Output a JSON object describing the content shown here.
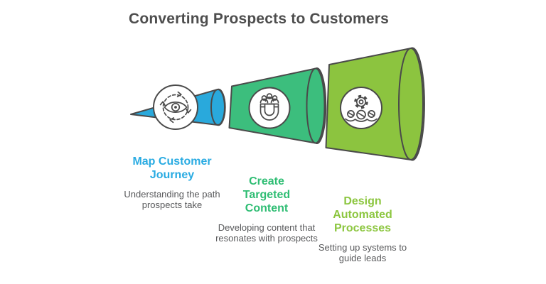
{
  "header": {
    "title": "Converting Prospects to Customers",
    "title_color": "#4D4D4D"
  },
  "funnel": {
    "outline_color": "#4A4A4A",
    "icon_bg_color": "#FFFFFF",
    "description_color": "#58595B",
    "stages": [
      {
        "heading": "Map Customer Journey",
        "description": "Understanding the path prospects take",
        "icon": "eye-cycle-icon",
        "fill_color": "#29A9DC",
        "heading_color": "#29ABE2"
      },
      {
        "heading": "Create Targeted Content",
        "description": "Developing content that resonates with prospects",
        "icon": "lead-magnet-icon",
        "fill_color": "#3CBE7D",
        "heading_color": "#2EBD73"
      },
      {
        "heading": "Design Automated Processes",
        "description": "Setting up systems to guide leads",
        "icon": "gear-people-icon",
        "fill_color": "#8CC43F",
        "heading_color": "#8CC63F"
      }
    ]
  }
}
